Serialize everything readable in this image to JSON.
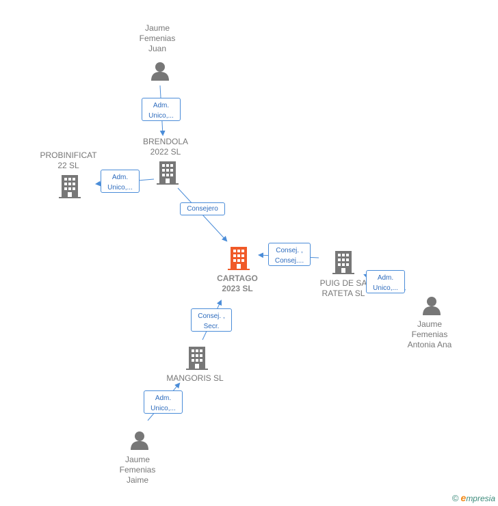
{
  "nodes": {
    "jaume_juan": {
      "type": "person",
      "lines": [
        "Jaume",
        "Femenias",
        "Juan"
      ]
    },
    "brendola": {
      "type": "company",
      "lines": [
        "BRENDOLA",
        "2022  SL"
      ]
    },
    "probinificat": {
      "type": "company",
      "lines": [
        "PROBINIFICAT",
        "22  SL"
      ]
    },
    "cartago": {
      "type": "company-main",
      "lines": [
        "CARTAGO",
        "2023  SL"
      ],
      "color": "#f05a28"
    },
    "puig": {
      "type": "company",
      "lines": [
        "PUIG DE SA",
        "RATETA  SL"
      ]
    },
    "jaume_antonia": {
      "type": "person",
      "lines": [
        "Jaume",
        "Femenias",
        "Antonia Ana"
      ]
    },
    "mangoris": {
      "type": "company",
      "lines": [
        "MANGORIS  SL"
      ]
    },
    "jaume_jaime": {
      "type": "person",
      "lines": [
        "Jaume",
        "Femenias",
        "Jaime"
      ]
    }
  },
  "relations": {
    "r1": [
      "Adm.",
      "Unico,..."
    ],
    "r2": [
      "Adm.",
      "Unico,..."
    ],
    "r3": [
      "Consejero"
    ],
    "r4": [
      "Consej. ,",
      "Consej...."
    ],
    "r5": [
      "Adm.",
      "Unico,..."
    ],
    "r6": [
      "Consej. ,",
      "Secr."
    ],
    "r7": [
      "Adm.",
      "Unico,..."
    ]
  },
  "colors": {
    "edge": "#4a8cd8",
    "icon": "#777777",
    "main": "#f05a28"
  },
  "brand": {
    "symbol": "©",
    "initial": "e",
    "rest": "mpresia"
  }
}
